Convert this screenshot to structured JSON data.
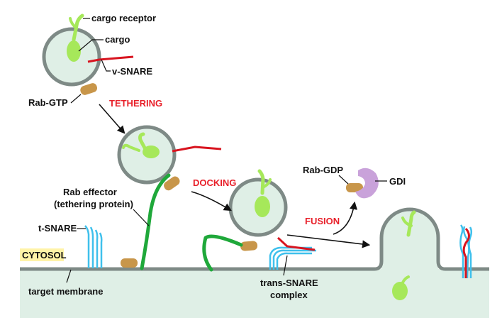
{
  "labels": {
    "cargo_receptor": "cargo receptor",
    "cargo": "cargo",
    "v_snare": "v-SNARE",
    "rab_gtp": "Rab-GTP",
    "rab_effector_line1": "Rab effector",
    "rab_effector_line2": "(tethering protein)",
    "t_snare": "t-SNARE",
    "cytosol": "CYTOSOL",
    "target_membrane": "target membrane",
    "rab_gdp": "Rab-GDP",
    "gdi": "GDI",
    "trans_snare_line1": "trans-SNARE",
    "trans_snare_line2": "complex"
  },
  "steps": {
    "tethering": "TETHERING",
    "docking": "DOCKING",
    "fusion": "FUSION"
  },
  "colors": {
    "step_text": "#e8202a",
    "cargo_green": "#a6e85a",
    "effector_green": "#1fa83a",
    "v_snare_red": "#d8141f",
    "t_snare_blue": "#3fc0ec",
    "rab_tan": "#c8964a",
    "gdi_purple": "#c9a2da",
    "membrane_gray": "#7e8a86",
    "lumen_fill": "#dfefe6",
    "cytosol_highlight": "#fff3a8"
  }
}
